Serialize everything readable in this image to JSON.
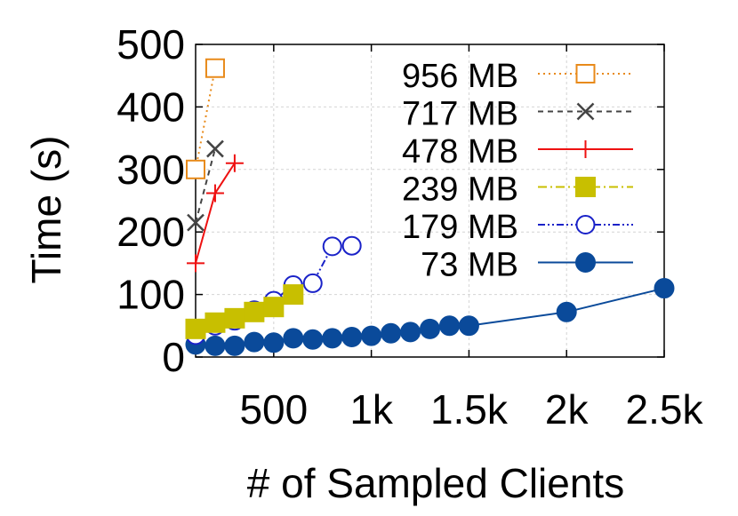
{
  "chart_data": {
    "type": "line",
    "title": "",
    "xlabel": "# of Sampled Clients",
    "ylabel": "Time (s)",
    "xlim": [
      100,
      2500
    ],
    "ylim": [
      0,
      500
    ],
    "xticks": [
      500,
      1000,
      1500,
      2000,
      2500
    ],
    "xtick_labels": [
      "500",
      "1k",
      "1.5k",
      "2k",
      "2.5k"
    ],
    "yticks": [
      0,
      100,
      200,
      300,
      400,
      500
    ],
    "ytick_labels": [
      "0",
      "100",
      "200",
      "300",
      "400",
      "500"
    ],
    "grid": true,
    "legend_position": "top-right",
    "series": [
      {
        "name": "956 MB",
        "color": "#e88a1a",
        "marker": "open-square",
        "line": "dotted",
        "x": [
          100,
          200
        ],
        "y": [
          300,
          462
        ]
      },
      {
        "name": "717 MB",
        "color": "#444444",
        "marker": "x",
        "line": "dashed",
        "x": [
          100,
          200
        ],
        "y": [
          215,
          333
        ]
      },
      {
        "name": "478 MB",
        "color": "#ee1111",
        "marker": "plus",
        "line": "solid",
        "x": [
          100,
          200,
          300
        ],
        "y": [
          150,
          262,
          310
        ]
      },
      {
        "name": "239 MB",
        "color": "#c8bf00",
        "marker": "filled-square",
        "line": "dash-dot",
        "x": [
          100,
          200,
          300,
          400,
          500,
          600
        ],
        "y": [
          45,
          55,
          62,
          72,
          80,
          100
        ]
      },
      {
        "name": "179 MB",
        "color": "#1a22c8",
        "marker": "open-circle",
        "line": "dash-dot-dot",
        "x": [
          100,
          200,
          300,
          400,
          500,
          600,
          700,
          800,
          900
        ],
        "y": [
          35,
          50,
          58,
          75,
          90,
          115,
          118,
          177,
          178
        ]
      },
      {
        "name": "73 MB",
        "color": "#0a4a9a",
        "marker": "filled-circle",
        "line": "solid",
        "x": [
          100,
          200,
          300,
          400,
          500,
          600,
          700,
          800,
          900,
          1000,
          1100,
          1200,
          1300,
          1400,
          1500,
          2000,
          2500
        ],
        "y": [
          20,
          18,
          18,
          24,
          23,
          30,
          28,
          30,
          32,
          34,
          38,
          40,
          45,
          50,
          50,
          72,
          110
        ]
      }
    ]
  }
}
